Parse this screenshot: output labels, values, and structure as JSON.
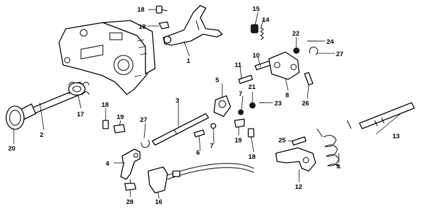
{
  "callouts": [
    {
      "key": "c1",
      "text": "1"
    },
    {
      "key": "c2",
      "text": "2"
    },
    {
      "key": "c3",
      "text": "3"
    },
    {
      "key": "c4",
      "text": "4"
    },
    {
      "key": "c5",
      "text": "5"
    },
    {
      "key": "c6",
      "text": "6"
    },
    {
      "key": "c7a",
      "text": "7"
    },
    {
      "key": "c7b",
      "text": "7"
    },
    {
      "key": "c8",
      "text": "8"
    },
    {
      "key": "c9",
      "text": "9"
    },
    {
      "key": "c10",
      "text": "10"
    },
    {
      "key": "c11",
      "text": "11"
    },
    {
      "key": "c12",
      "text": "12"
    },
    {
      "key": "c13",
      "text": "13"
    },
    {
      "key": "c14",
      "text": "14"
    },
    {
      "key": "c15",
      "text": "15"
    },
    {
      "key": "c16",
      "text": "16"
    },
    {
      "key": "c17",
      "text": "17"
    },
    {
      "key": "c18a",
      "text": "18"
    },
    {
      "key": "c18b",
      "text": "18"
    },
    {
      "key": "c18c",
      "text": "18"
    },
    {
      "key": "c19a",
      "text": "19"
    },
    {
      "key": "c19b",
      "text": "19"
    },
    {
      "key": "c19c",
      "text": "19"
    },
    {
      "key": "c20",
      "text": "20"
    },
    {
      "key": "c21",
      "text": "21"
    },
    {
      "key": "c22",
      "text": "22"
    },
    {
      "key": "c23",
      "text": "23"
    },
    {
      "key": "c24",
      "text": "24"
    },
    {
      "key": "c25",
      "text": "25"
    },
    {
      "key": "c26",
      "text": "26"
    },
    {
      "key": "c27a",
      "text": "27"
    },
    {
      "key": "c27b",
      "text": "27"
    },
    {
      "key": "c28",
      "text": "28"
    }
  ]
}
